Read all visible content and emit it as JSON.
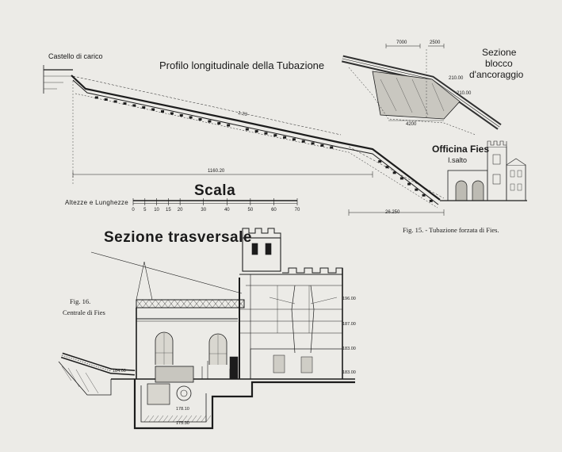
{
  "profile": {
    "title": "Profilo longitudinale della Tubazione",
    "castle_label": "Castello di carico",
    "dims": [
      "1160.20",
      "1.23"
    ]
  },
  "anchor_block": {
    "title_line1": "Sezione",
    "title_line2": "blocco",
    "title_line3": "d'ancoraggio",
    "dims": [
      "7000",
      "2500",
      "4200",
      "210.00",
      "210.00"
    ]
  },
  "plant_view": {
    "title_line1": "Officina Fies",
    "title_line2": "I.salto",
    "dims": [
      "26.250"
    ]
  },
  "scale": {
    "title": "Scala",
    "label": "Altezze e Lunghezze",
    "ticks": [
      "0",
      "5",
      "10",
      "15",
      "20",
      "30",
      "40",
      "50",
      "60",
      "70"
    ]
  },
  "fig15_caption": "Fig. 15. - Tubazione forzata di Fies.",
  "cross_section": {
    "title": "Sezione trasversale",
    "caption_line1": "Fig. 16.",
    "caption_line2": "Centrale di Fies",
    "elevations": [
      "196.00",
      "187.00",
      "183.00",
      "183.00",
      "184.00",
      "178.10",
      "175.30"
    ]
  }
}
